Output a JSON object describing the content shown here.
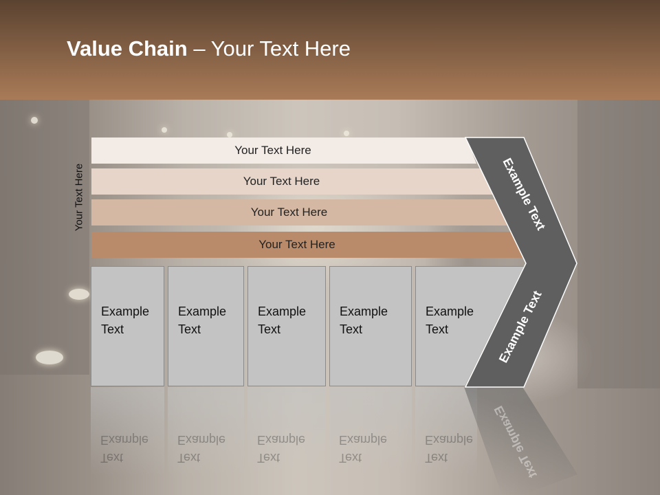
{
  "slide": {
    "title_bold": "Value Chain",
    "title_rest": " – Your Text Here",
    "vertical_label": "Your Text Here",
    "bars": [
      {
        "label": "Your Text Here",
        "color": "#f2ebe6"
      },
      {
        "label": "Your Text Here",
        "color": "#e6d5c8"
      },
      {
        "label": "Your Text Here",
        "color": "#d4b8a3"
      },
      {
        "label": "Your Text Here",
        "color": "#b98b6a"
      }
    ],
    "cells": [
      {
        "line1": "Example",
        "line2": "Text"
      },
      {
        "line1": "Example",
        "line2": "Text"
      },
      {
        "line1": "Example",
        "line2": "Text"
      },
      {
        "line1": "Example",
        "line2": "Text"
      },
      {
        "line1": "Example",
        "line2": "Text"
      }
    ],
    "chevron_top_text": "Example Text",
    "chevron_bottom_text": "Example Text",
    "colors": {
      "header": "#8b6548",
      "chevron": "#5f5f5f",
      "cell": "#c3c3c3"
    }
  }
}
